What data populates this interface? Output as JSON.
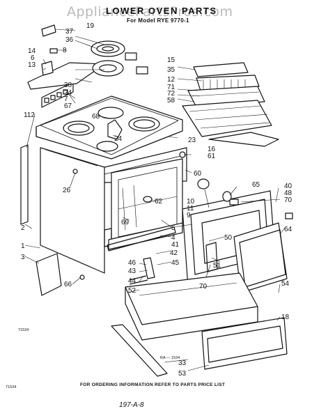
{
  "header": {
    "watermark": "AppliancePartsPros.com",
    "title": "LOWER OVEN PARTS",
    "model": "For Model RYE 9770-1"
  },
  "footer": {
    "notice": "FOR ORDERING INFORMATION REFER TO PARTS PRICE LIST",
    "page_code": "197-A-8",
    "left_code": "71534",
    "mid_code": "RA — 1534",
    "side_code": "71534"
  },
  "callouts": [
    "19",
    "37",
    "36",
    "8",
    "14",
    "6",
    "13",
    "15",
    "35",
    "12",
    "71",
    "72",
    "58",
    "38",
    "34",
    "7",
    "67",
    "68",
    "112",
    "23",
    "24",
    "16",
    "61",
    "60",
    "26",
    "65",
    "40",
    "48",
    "70",
    "10",
    "11",
    "62",
    "9",
    "69",
    "64",
    "5",
    "50",
    "4",
    "41",
    "2",
    "1",
    "51",
    "42",
    "3",
    "46",
    "45",
    "43",
    "66",
    "44",
    "70",
    "52",
    "54",
    "18",
    "33",
    "53"
  ]
}
